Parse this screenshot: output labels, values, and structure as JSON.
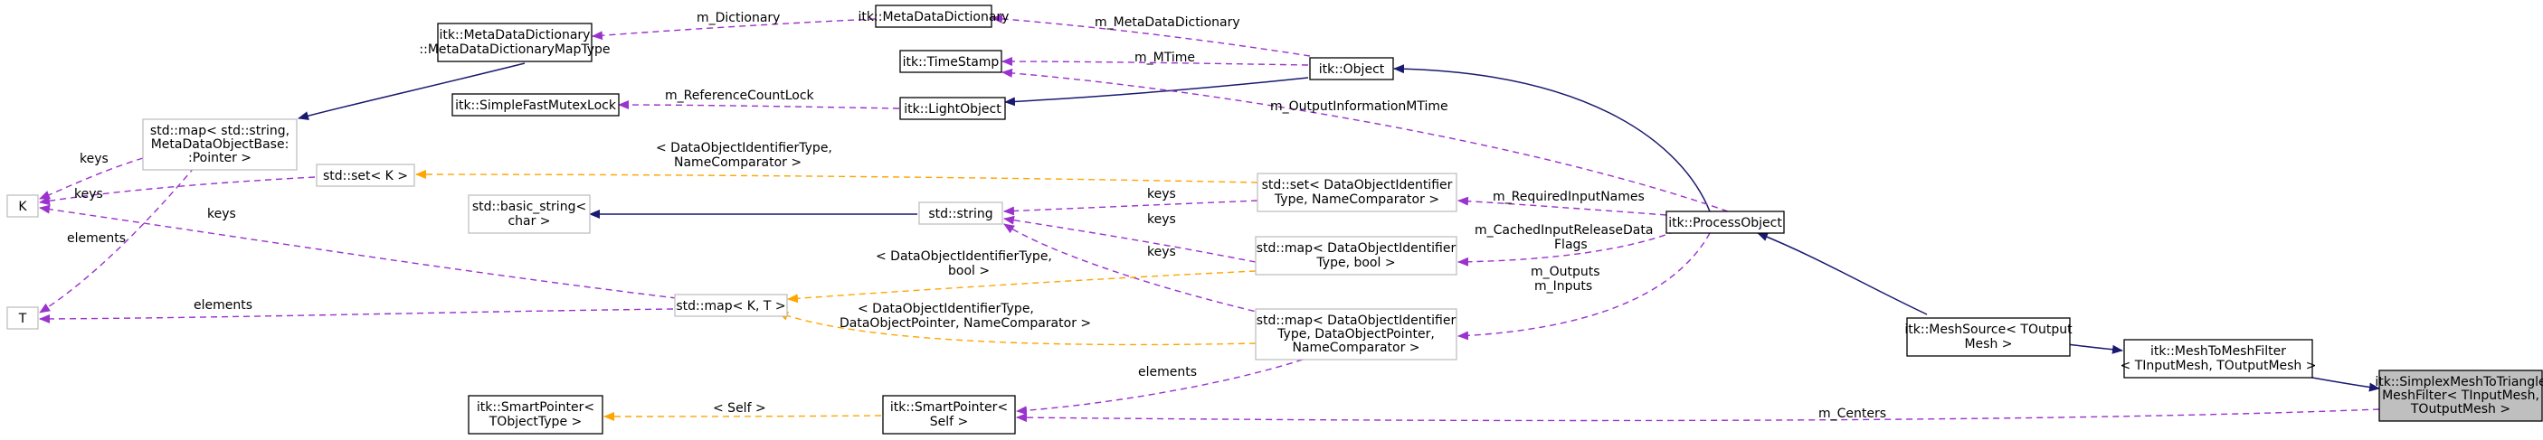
{
  "colors": {
    "inheritance": "#191970",
    "usage": "#9a32cd",
    "template": "#ffa500",
    "solid_border": "#000000",
    "grey_border": "#bfbfbf",
    "focus_fill": "#bfbfbf"
  },
  "nodes": {
    "simplex": {
      "lines": [
        "itk::SimplexMeshToTriangle",
        "MeshFilter< TInputMesh,",
        "TOutputMesh >"
      ]
    },
    "meshtomesh": {
      "lines": [
        "itk::MeshToMeshFilter",
        "< TInputMesh, TOutputMesh >"
      ]
    },
    "meshsource": {
      "lines": [
        "itk::MeshSource< TOutput",
        "Mesh >"
      ]
    },
    "processobject": {
      "lines": [
        "itk::ProcessObject"
      ]
    },
    "object": {
      "lines": [
        "itk::Object"
      ]
    },
    "lightobject": {
      "lines": [
        "itk::LightObject"
      ]
    },
    "mutexlock": {
      "lines": [
        "itk::SimpleFastMutexLock"
      ]
    },
    "timestamp": {
      "lines": [
        "itk::TimeStamp"
      ]
    },
    "metadict": {
      "lines": [
        "itk::MetaDataDictionary"
      ]
    },
    "metadictmaptype": {
      "lines": [
        "itk::MetaDataDictionary",
        "::MetaDataDictionaryMapType"
      ]
    },
    "stdmap_string": {
      "lines": [
        "std::map< std::string,",
        "MetaDataObjectBase:",
        ":Pointer >"
      ]
    },
    "K": {
      "lines": [
        "K"
      ]
    },
    "T": {
      "lines": [
        "T"
      ]
    },
    "stdset_K": {
      "lines": [
        "std::set< K >"
      ]
    },
    "basic_string": {
      "lines": [
        "std::basic_string<",
        "char >"
      ]
    },
    "stdstring": {
      "lines": [
        "std::string"
      ]
    },
    "stdset_doi": {
      "lines": [
        "std::set< DataObjectIdentifier",
        "Type, NameComparator >"
      ]
    },
    "stdmap_doi_bool": {
      "lines": [
        "std::map< DataObjectIdentifier",
        "Type, bool >"
      ]
    },
    "stdmap_KT": {
      "lines": [
        "std::map< K, T >"
      ]
    },
    "stdmap_doi_ptr": {
      "lines": [
        "std::map< DataObjectIdentifier",
        "Type, DataObjectPointer,",
        "NameComparator >"
      ]
    },
    "smartptr_self": {
      "lines": [
        "itk::SmartPointer<",
        "Self >"
      ]
    },
    "smartptr_tobj": {
      "lines": [
        "itk::SmartPointer<",
        "TObjectType >"
      ]
    }
  },
  "edge_labels": {
    "m_dictionary": [
      "m_Dictionary"
    ],
    "m_metadatadictionary": [
      "m_MetaDataDictionary"
    ],
    "m_mtime": [
      "m_MTime"
    ],
    "m_referencecountlock": [
      "m_ReferenceCountLock"
    ],
    "m_outputinformationmtime": [
      "m_OutputInformationMTime"
    ],
    "keys_map_K": [
      "keys"
    ],
    "keys_set_K": [
      "keys"
    ],
    "elements_map_T": [
      "elements"
    ],
    "set_template": [
      "< DataObjectIdentifierType,",
      "NameComparator >"
    ],
    "keys_kt_K": [
      "keys"
    ],
    "elements_kt_T": [
      "elements"
    ],
    "keys_set_string": [
      "keys"
    ],
    "keys_mapbool_string": [
      "keys"
    ],
    "keys_mapptr_string": [
      "keys"
    ],
    "m_requiredinputnames": [
      "m_RequiredInputNames"
    ],
    "m_cachedinputreleasedataflags": [
      "m_CachedInputReleaseData",
      "Flags"
    ],
    "m_outputs_inputs": [
      "m_Outputs",
      "m_Inputs"
    ],
    "bool_template": [
      "< DataObjectIdentifierType,",
      "bool >"
    ],
    "ptr_template": [
      "< DataObjectIdentifierType,",
      "DataObjectPointer, NameComparator >"
    ],
    "elements_smartptr": [
      "elements"
    ],
    "self_template": [
      "< Self >"
    ],
    "m_centers": [
      "m_Centers"
    ]
  }
}
